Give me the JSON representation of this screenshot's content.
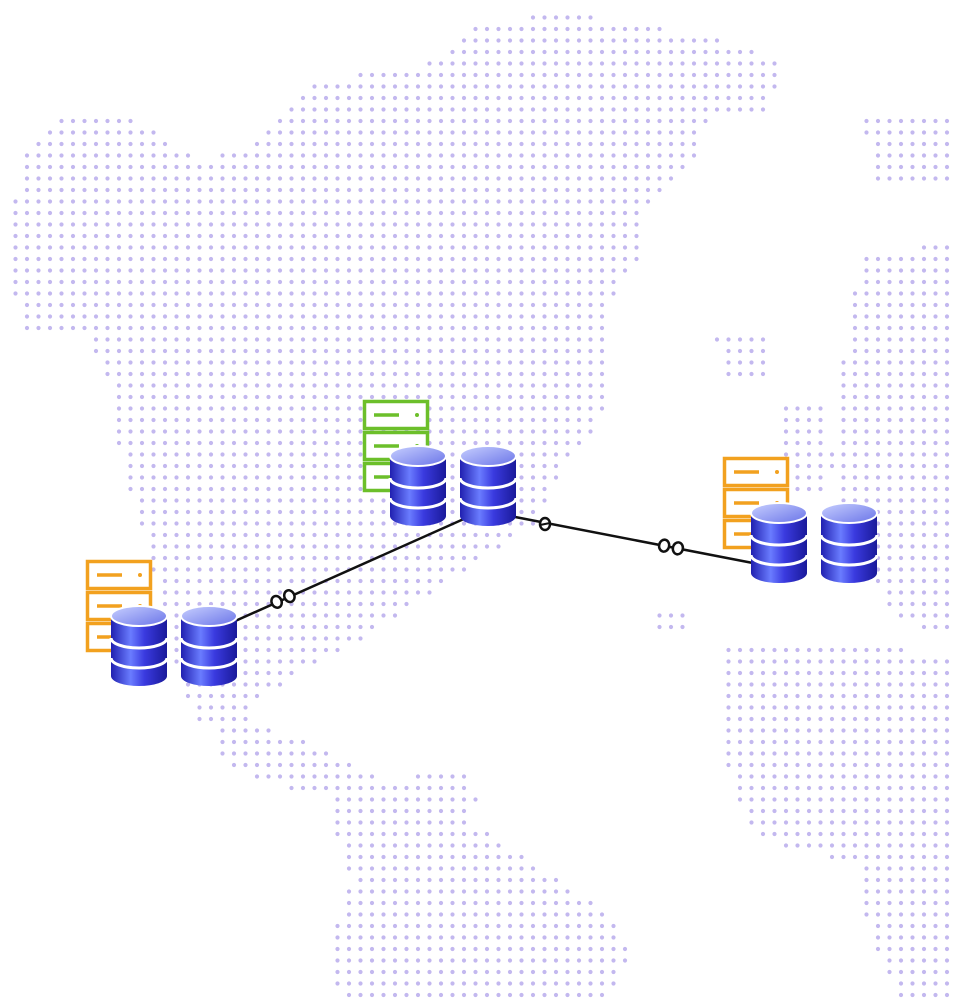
{
  "palette": {
    "background": "#ffffff",
    "map_dots": "#c3b8ef",
    "link_line": "#111111",
    "db_body": "#3a3adf",
    "db_highlight": "#a9b4ff",
    "db_shadow": "#1a1a9a",
    "server_primary": "#6cbf2a",
    "server_replica": "#f2a11f"
  },
  "nodes": [
    {
      "id": "site-west",
      "role": "replica",
      "server_color": "orange",
      "database_count": 2
    },
    {
      "id": "site-central",
      "role": "primary",
      "server_color": "green",
      "database_count": 2
    },
    {
      "id": "site-east",
      "role": "replica",
      "server_color": "orange",
      "database_count": 2
    }
  ],
  "links": [
    {
      "from": "site-central",
      "to": "site-west",
      "connector_icon": "chain-link-icon"
    },
    {
      "from": "site-central",
      "to": "site-east",
      "connector_icon": "chain-link-icon"
    }
  ],
  "background_map": "dotted-world-map"
}
